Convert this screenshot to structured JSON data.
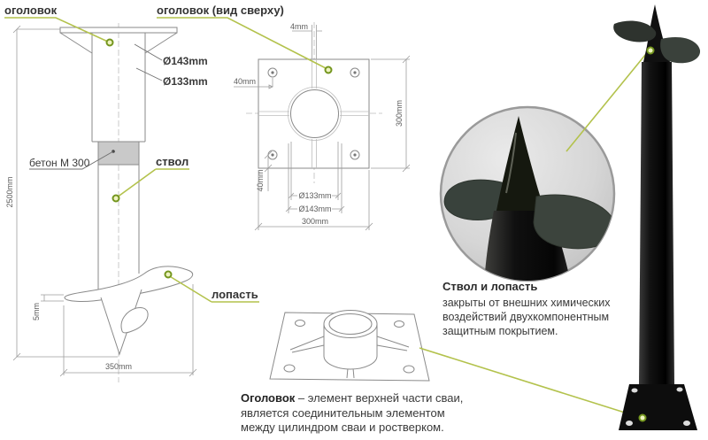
{
  "colors": {
    "accent_green": "#b3c24c",
    "marker_ring": "#74961e",
    "marker_fill": "#eef3c0",
    "drawing_line": "#8a8a8a",
    "concrete_fill": "#c9c9c9",
    "photo_black": "#121212",
    "blade_color": "#3a413b"
  },
  "side_view": {
    "label_cap": "оголовок",
    "label_shaft": "ствол",
    "label_blade": "лопасть",
    "label_concrete": "бетон М 300",
    "dim_cap_outer": "Ø143mm",
    "dim_cap_inner": "Ø133mm",
    "dim_length": "2500mm",
    "dim_blade_thickness": "5mm",
    "dim_blade_diameter": "350mm"
  },
  "top_view": {
    "title": "оголовок (вид сверху)",
    "dim_gusset": "4mm",
    "dim_hole_offset_x": "40mm",
    "dim_hole_offset_y": "40mm",
    "dim_side_right": "300mm",
    "dim_side_bottom": "300mm",
    "dim_inner": "Ø133mm",
    "dim_outer": "Ø143mm"
  },
  "notes": {
    "shaft": {
      "title": "Ствол и лопасть",
      "lines": [
        "закрыты от внешних  химических",
        "воздействий двухкомпонентным",
        "защитным покрытием."
      ]
    },
    "cap": {
      "term": "Оголовок",
      "line1_rest": " – элемент верхней части сваи,",
      "lines": [
        "является соединительным элементом",
        "между цилиндром сваи и ростверком."
      ]
    }
  }
}
